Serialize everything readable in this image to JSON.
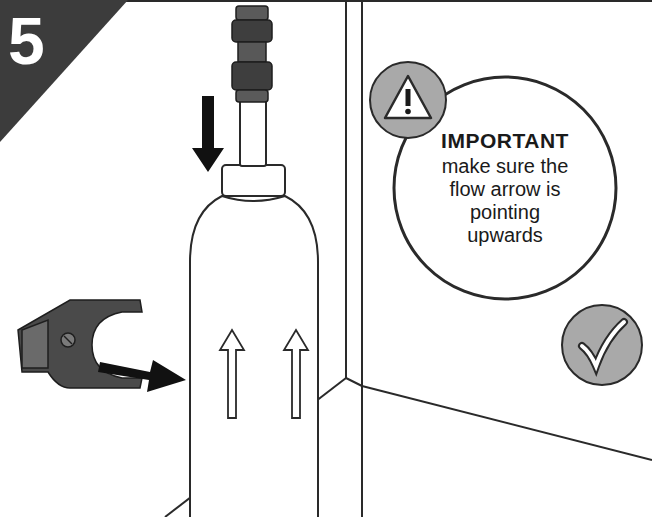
{
  "diagram": {
    "nodes": [
      {
        "text": [
          "5"
        ]
      },
      {
        "text": [
          "IMPORTANT",
          "make sure the flow arrow is pointing upwards"
        ]
      }
    ]
  }
}
